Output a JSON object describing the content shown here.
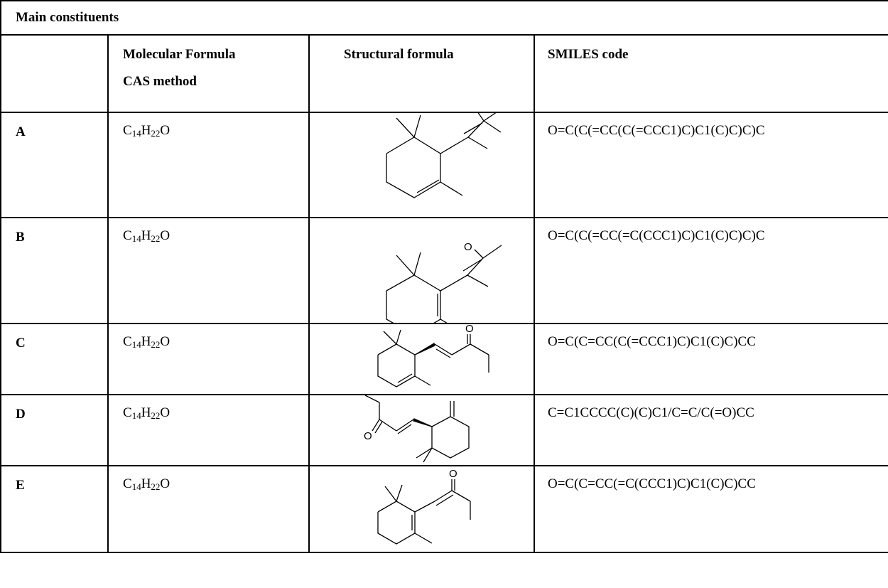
{
  "table": {
    "title": "Main constituents",
    "headers": {
      "formula_line1": "Molecular Formula",
      "formula_line2": "CAS method",
      "structure": "Structural formula",
      "smiles": "SMILES code"
    },
    "rows": [
      {
        "label": "A",
        "formula": {
          "c": "C",
          "c_n": "14",
          "h": "H",
          "h_n": "22",
          "o": "O"
        },
        "smiles": "O=C(C(=CC(C(=CCC1)C)C1(C)C)C)C"
      },
      {
        "label": "B",
        "formula": {
          "c": "C",
          "c_n": "14",
          "h": "H",
          "h_n": "22",
          "o": "O"
        },
        "smiles": "O=C(C(=CC(=C(CCC1)C)C1(C)C)C)C"
      },
      {
        "label": "C",
        "formula": {
          "c": "C",
          "c_n": "14",
          "h": "H",
          "h_n": "22",
          "o": "O"
        },
        "smiles": "O=C(C=CC(C(=CCC1)C)C1(C)C)CC"
      },
      {
        "label": "D",
        "formula": {
          "c": "C",
          "c_n": "14",
          "h": "H",
          "h_n": "22",
          "o": "O"
        },
        "smiles": "C=C1CCCC(C)(C)C1/C=C/C(=O)CC"
      },
      {
        "label": "E",
        "formula": {
          "c": "C",
          "c_n": "14",
          "h": "H",
          "h_n": "22",
          "o": "O"
        },
        "smiles": "O=C(C=CC(=C(CCC1)C)C1(C)C)CC"
      }
    ],
    "atom_label": "O"
  }
}
